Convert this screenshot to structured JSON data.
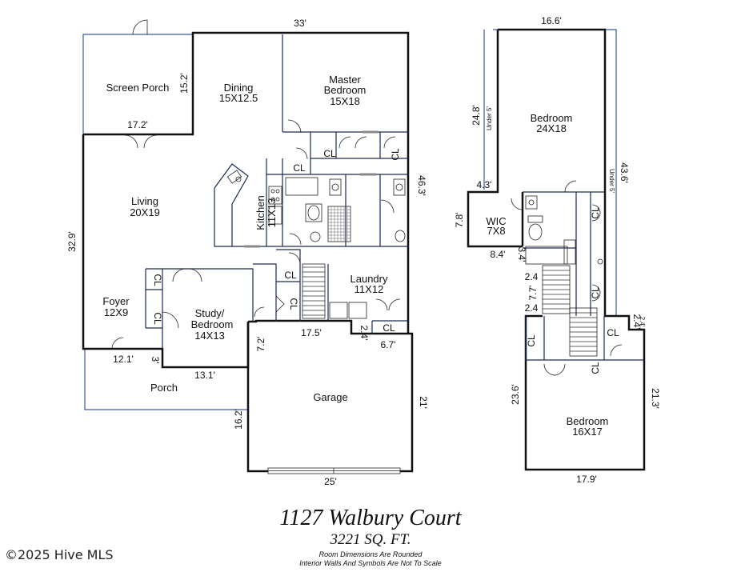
{
  "title": {
    "address": "1127 Walbury Court",
    "area": "3221 SQ. FT.",
    "note1": "Room Dimensions Are Rounded",
    "note2": "Interior Walls And Symbols Are Not To Scale"
  },
  "watermark": "©2025 Hive MLS",
  "first_floor": {
    "rooms": {
      "screen_porch": "Screen Porch",
      "dining": "Dining",
      "dining_size": "15X12.5",
      "master_bedroom_1": "Master",
      "master_bedroom_2": "Bedroom",
      "master_bedroom_size": "15X18",
      "living": "Living",
      "living_size": "20X19",
      "kitchen": "Kitchen",
      "kitchen_size": "11X13",
      "foyer": "Foyer",
      "foyer_size": "12X9",
      "study_1": "Study/",
      "study_2": "Bedroom",
      "study_size": "14X13",
      "laundry": "Laundry",
      "laundry_size": "11X12",
      "garage": "Garage",
      "porch": "Porch"
    },
    "closets": [
      "CL",
      "CL",
      "CL",
      "CL",
      "CL",
      "CL",
      "CL",
      "CL"
    ],
    "dimensions": {
      "top": "33'",
      "screen_porch_side": "15.2'",
      "screen_porch_bottom": "17.2'",
      "right_side": "46.3'",
      "left_side": "32.9'",
      "foyer_bottom": "12.1'",
      "foyer_step": "3'",
      "study_bottom": "13.1'",
      "garage_left_top": "7.2'",
      "garage_top": "17.5'",
      "garage_step": "2.4'",
      "laundry_bottom": "6.7'",
      "garage_right": "21'",
      "garage_left": "16.2'",
      "garage_bottom": "25'"
    }
  },
  "second_floor": {
    "rooms": {
      "bedroom_top": "Bedroom",
      "bedroom_top_size": "24X18",
      "wic": "WIC",
      "wic_size": "7X8",
      "bedroom_bottom": "Bedroom",
      "bedroom_bottom_size": "16X17"
    },
    "closets": [
      "CL",
      "CL",
      "CL",
      "CL",
      "CL"
    ],
    "notes": {
      "under5_left": "Under 5'",
      "under5_right": "Under 5'"
    },
    "dimensions": {
      "top": "16.6'",
      "left": "24.8'",
      "right": "43.6'",
      "wic_top": "4.3'",
      "wic_side": "7.8'",
      "wic_bottom": "8.4'",
      "step_a": "3.4'",
      "stair_a": "2.4",
      "stair_b": "7.7'",
      "stair_c": "2.4",
      "right_step": "2.4'",
      "right_step_b": "2.4'",
      "bedroom_left": "23.6'",
      "bedroom_right": "21.3'",
      "bedroom_bottom": "17.9'"
    }
  }
}
